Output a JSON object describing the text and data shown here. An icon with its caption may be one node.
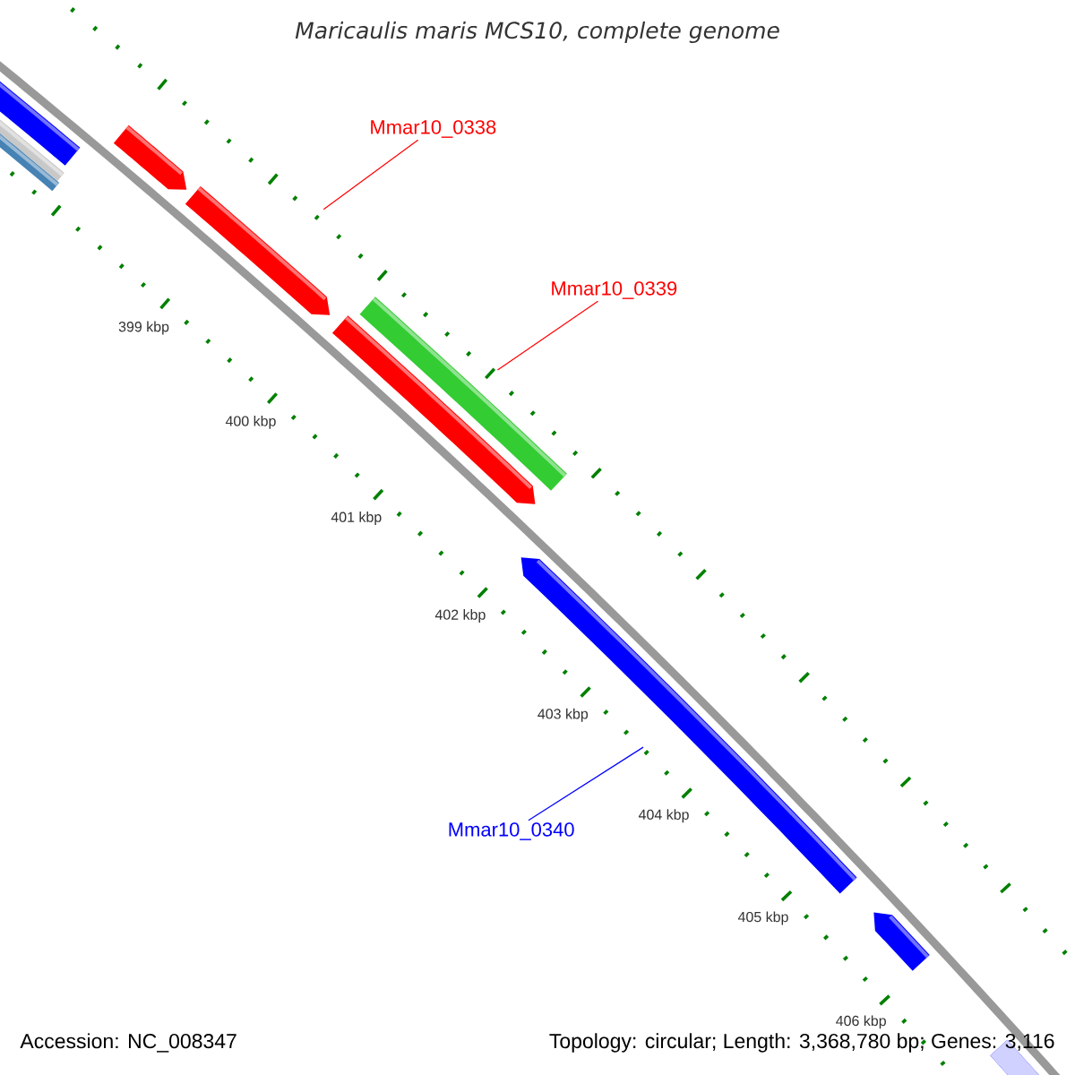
{
  "diagram": {
    "title": "Maricaulis maris MCS10, complete genome",
    "nodes": [
      {
        "text": [],
        "shape": "bar"
      },
      {
        "text": [],
        "shape": "bar"
      },
      {
        "text": [],
        "shape": "bar"
      },
      {
        "text": [],
        "shape": "pentagon"
      },
      {
        "text": [],
        "shape": "pentagon"
      },
      {
        "text": [],
        "shape": "bar"
      },
      {
        "text": [],
        "shape": "pentagon"
      },
      {
        "text": [],
        "shape": "pentagon"
      },
      {
        "text": [],
        "shape": "pentagon"
      },
      {
        "text": [],
        "shape": "bar"
      },
      {
        "text": [
          "Mmar10_0338"
        ]
      },
      {
        "text": [
          "Mmar10_0339"
        ]
      },
      {
        "text": [
          "Mmar10_0340"
        ]
      }
    ],
    "edges": [
      {
        "from": 10,
        "to": 4,
        "arrow": "none"
      },
      {
        "from": 11,
        "to": 5,
        "arrow": "none"
      },
      {
        "from": 12,
        "to": 7,
        "arrow": "none",
        "color": "#0000ff"
      }
    ],
    "labels": [
      "399 kbp",
      "400 kbp",
      "401 kbp",
      "402 kbp",
      "403 kbp",
      "404 kbp",
      "405 kbp",
      "406 kbp",
      "Accession: NC_008347",
      "Topology: circular; Length: 3,368,780 bp; Genes: 3,116"
    ]
  }
}
